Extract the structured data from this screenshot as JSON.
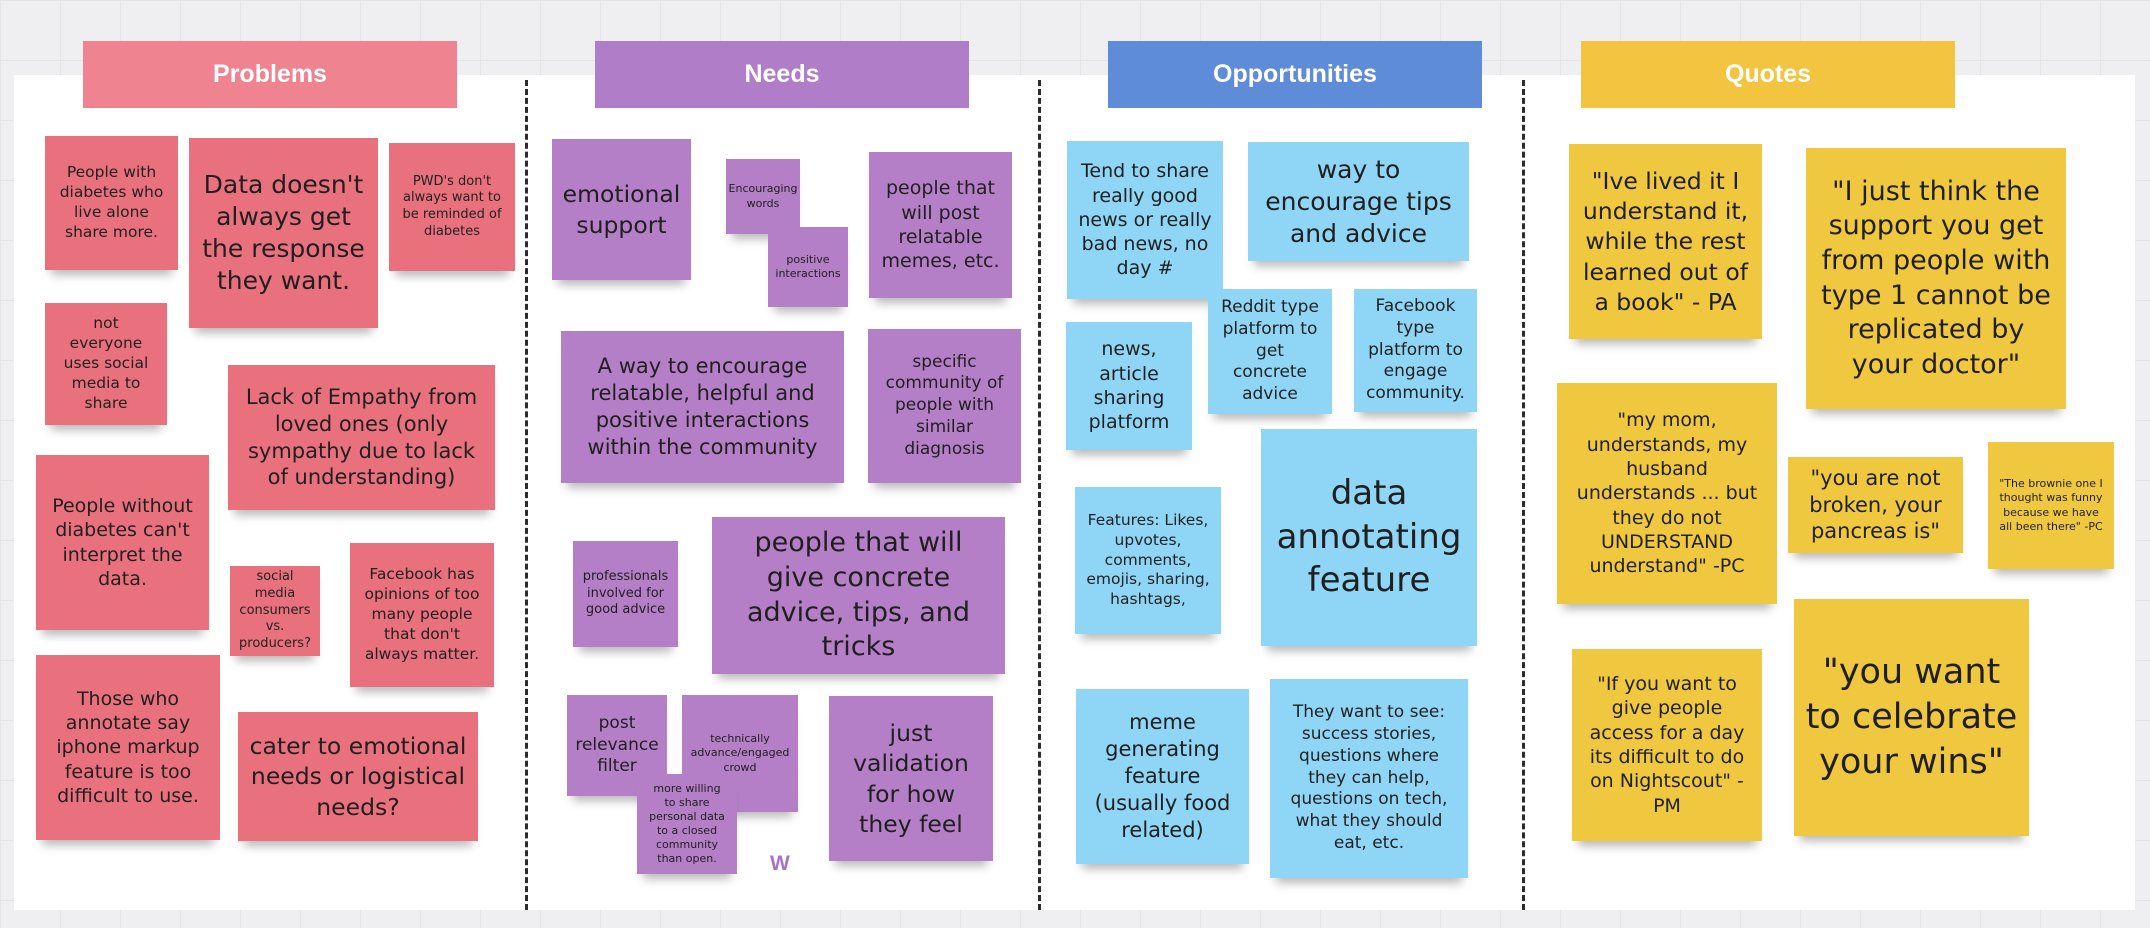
{
  "colors": {
    "problems": "#ef8390",
    "needs": "#b07ec9",
    "opportunities": "#5f8cd8",
    "quotes": "#f2c43f",
    "red_note": "#e9717d",
    "purple_note": "#b47fc6",
    "blue_note": "#8fd6f6",
    "yellow_note": "#f0c840"
  },
  "columns": {
    "problems": "Problems",
    "needs": "Needs",
    "opportunities": "Opportunities",
    "quotes": "Quotes"
  },
  "problems": [
    "People with diabetes who live alone share more.",
    "Data doesn't always get the response they want.",
    "PWD's don't always want to be reminded of diabetes",
    "not everyone uses social media to share",
    "Lack of Empathy from loved ones (only sympathy due to lack of understanding)",
    "People without diabetes can't interpret the data.",
    "social media consumers vs. producers?",
    "Facebook has opinions of too many people that don't always matter.",
    "Those who annotate say iphone markup feature is too difficult to use.",
    "cater to emotional needs or logistical needs?"
  ],
  "needs": [
    "emotional support",
    "Encouraging words",
    "positive interactions",
    "people that will post relatable memes, etc.",
    "A way to encourage relatable, helpful and positive interactions within the community",
    "specific community of people with similar diagnosis",
    "professionals involved for good advice",
    "people that will give concrete advice, tips, and tricks",
    "post relevance filter",
    "technically advance/engaged crowd",
    "more willing to share personal data to a closed community than open.",
    "just validation for how they feel"
  ],
  "opportunities": [
    "Tend to share really good news or really bad news, no day #",
    "way to encourage tips and advice",
    "news, article sharing platform",
    "Reddit type platform to get concrete advice",
    "Facebook type platform to engage community.",
    "Features: Likes, upvotes, comments, emojis, sharing, hashtags,",
    "data annotating feature",
    "meme generating feature (usually food related)",
    "They want to see: success stories, questions where they can help, questions on tech, what they should eat, etc."
  ],
  "quotes": [
    "\"Ive lived it I understand it, while the rest learned out of a book\" - PA",
    "\"I just think the support you get from people with type 1 cannot be replicated by your doctor\"",
    "\"my mom, understands, my husband understands ... but they do not UNDERSTAND understand\" -PC",
    "\"you are not broken, your pancreas is\"",
    "\"The brownie one I thought was funny because we have all been there\" -PC",
    "\"If you want to give people access for a day its difficult to do on Nightscout\" -PM",
    "\"you want to celebrate your wins\""
  ],
  "avatar": "W"
}
